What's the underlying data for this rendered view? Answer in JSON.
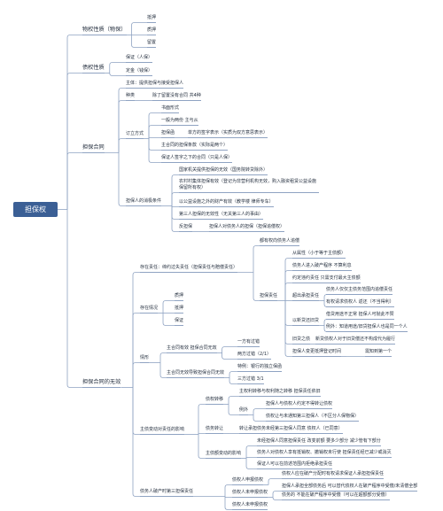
{
  "root": "担保权",
  "n": {
    "wuquan": "物权性质（物保）",
    "diya": "抵押",
    "zhiya": "质押",
    "liuzhi": "留置",
    "zhaiquan": "债权性质",
    "baozheng": "保证（人保）",
    "dingjin": "定金（钱保）",
    "hetong": "担保合同",
    "zhuti": "主体：提供担保与接受担保人",
    "zhonglei": "种类",
    "chu": "除了留置没有合同 共4种",
    "dingli": "订立方式",
    "shumian": "书面形式",
    "yiban": "一般为两份 主与从",
    "danbaohan": "担保函",
    "danfang": "单方的签字表示（实质为双方意思表示）",
    "zhuhetong": "主合同的担保条款（实际是两个）",
    "qianzi": "保证人签字之下的合同（只是人保）",
    "xiaoji": "担保人的消极条件",
    "guojia": "国家机关提供担保的无效（国务院转贷除外）",
    "nongcun": "农村村集体担保有效（登记为非营利机构无效，购入融资租赁公益设施保留所有权）",
    "gongyi": "以公益设施之外的财产有效（教学楼 律师专车）",
    "disan": "第三人担保的无效性（无关第三人的事由）",
    "fandanbao": "反担保",
    "fandanbao_desc": "担保人对债务人的担保（担保追偿权）",
    "wuxiao": "担保合同的无效",
    "cunzai": "存在责任：缔约过失责任（担保责任与赔偿责任）",
    "zhuiwei": "都有权向债务人追偿",
    "danbao_ze": "担保责任",
    "congshu": "从属性（小于等于主债额）",
    "pochan": "债务人进入破产程序 不算利息",
    "yueding": "约定违约责任 只需支付最大主债额",
    "chaochu": "超出承担责任",
    "zhaiquanren": "债务人仅仅主债务范围内追偿责任",
    "wuquan_hou": "有权请求债权人 返还（不当得利）",
    "yixin": "以新贷还旧贷",
    "zhiqing": "借贷用途不正常 担保人可抛此不赞",
    "liwai": "例外：知道用途/旧贷担保人也是同一个人",
    "jiu": "旧贷之债",
    "xin": "新贷债权人对于旧贷偿还不构成代为履行",
    "biangeng": "担保人变更抵押登记时间",
    "kouchu": "需知到第一个",
    "qingkuang": "存在情况",
    "q_diya": "质押",
    "q_diya2": "抵押",
    "q_baozheng": "保证",
    "qingxing": "情形",
    "zhuyouxiao": "主合同有效 担保合同无效",
    "yifang": "一方有过错",
    "liangfang": "两方过错（2/1）",
    "zhuwuxiao": "主合同无效导致担保合同无效",
    "tebie": "特例：银行的独立保函",
    "sanfang": "三方过错 3/1",
    "biandong": "主债变动对责任的影响",
    "zhuanrang": "债权转移",
    "zhuquan": "主权利转移与权利随之转移 担保责任依旧",
    "liwai2": "例外",
    "yuding": "担保人与债权人约定不得转让债权",
    "liuzhi2": "债权让与未通知第三担保人（不区分人保物保）",
    "wuzhuan": "债务转让",
    "wuzhuan_desc": "转让承担债务未经第三担保人同意 债权人（已同意）",
    "zhubiangeng": "主债额变动的影响",
    "weijing": "未经担保人同意担保责任 改变前额 要多少部分 减少管有下部分",
    "zhaiquan_zeng": "债务人对债权人享有抵销权、撤销权未行使 担保责任经已减少或消灭",
    "baozheng2": "保证人可以在前述范围内拒绝承担责任",
    "pochan2": "债务人破产时第三担保责任",
    "shenbao": "债权人申报债权",
    "shenbao_desc": "债权人应在破产分配时有权请求保证人承担担保责任",
    "wei": "债权人未申报债权",
    "wei_desc1": "担保人承担全部债务后 可以替代债权人在破产程序中受偿/未清偿全部",
    "wei_desc2": "债务的 不能在破产程序中受偿（可以在超额部分受偿）",
    "wei_last": "债权人未申报债权"
  }
}
